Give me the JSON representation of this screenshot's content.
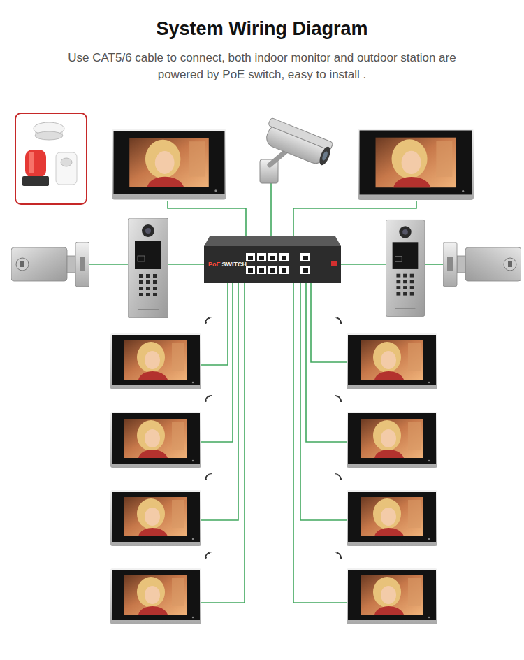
{
  "diagram": {
    "title": "System Wiring Diagram",
    "caption": "Use CAT5/6 cable to connect, both indoor monitor and outdoor station are powered by PoE switch, easy to install .",
    "nodes": [
      {
        "text": [
          "PoE",
          "SWITCH"
        ]
      }
    ]
  }
}
